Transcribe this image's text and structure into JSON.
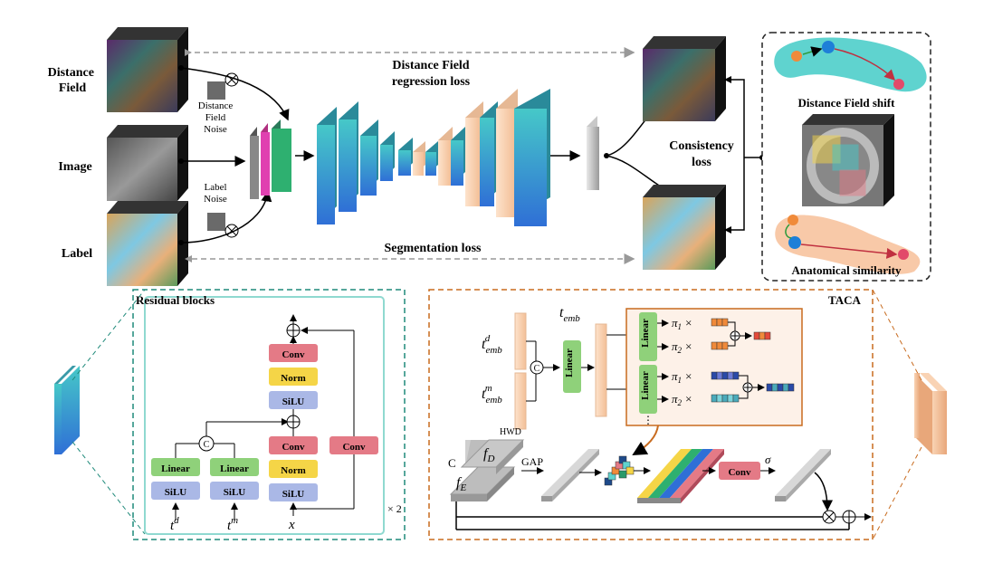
{
  "inputs": {
    "distance_field": "Distance\nField",
    "image": "Image",
    "label": "Label"
  },
  "noise": {
    "df_noise": "Distance\nField\nNoise",
    "label_noise": "Label\nNoise"
  },
  "losses": {
    "df_regression": "Distance Field\nregression loss",
    "segmentation": "Segmentation loss",
    "consistency": "Consistency\nloss"
  },
  "right_panel": {
    "df_shift": "Distance Field shift",
    "anatomical": "Anatomical similarity"
  },
  "residual": {
    "title": "Residual blocks",
    "conv": "Conv",
    "norm": "Norm",
    "silu": "SiLU",
    "linear": "Linear",
    "concat": "C",
    "repeat": "× 2",
    "t_d": "t",
    "t_d_sup": "d",
    "t_m": "t",
    "t_m_sup": "m",
    "x": "x"
  },
  "taca": {
    "title": "TACA",
    "t_emb": "t",
    "t_emb_sub": "emb",
    "linear": "Linear",
    "concat": "C",
    "pi1": "π",
    "pi2": "π",
    "times": "×",
    "hwd": "HWD",
    "c": "C",
    "fd": "f",
    "fd_sub": "D",
    "fe": "f",
    "fe_sub": "E",
    "gap": "GAP",
    "conv": "Conv",
    "sigma": "σ",
    "dots": "⋮"
  },
  "colors": {
    "linear": "#8fd17a",
    "silu": "#aab8e6",
    "norm": "#f5d547",
    "conv": "#e47a86",
    "teal": "#3aa6a6",
    "orange": "#c86b1f",
    "cyan_grad_top": "#46c8c8",
    "cyan_grad_bot": "#2f6fd6",
    "peach": "#f5c9a6"
  }
}
